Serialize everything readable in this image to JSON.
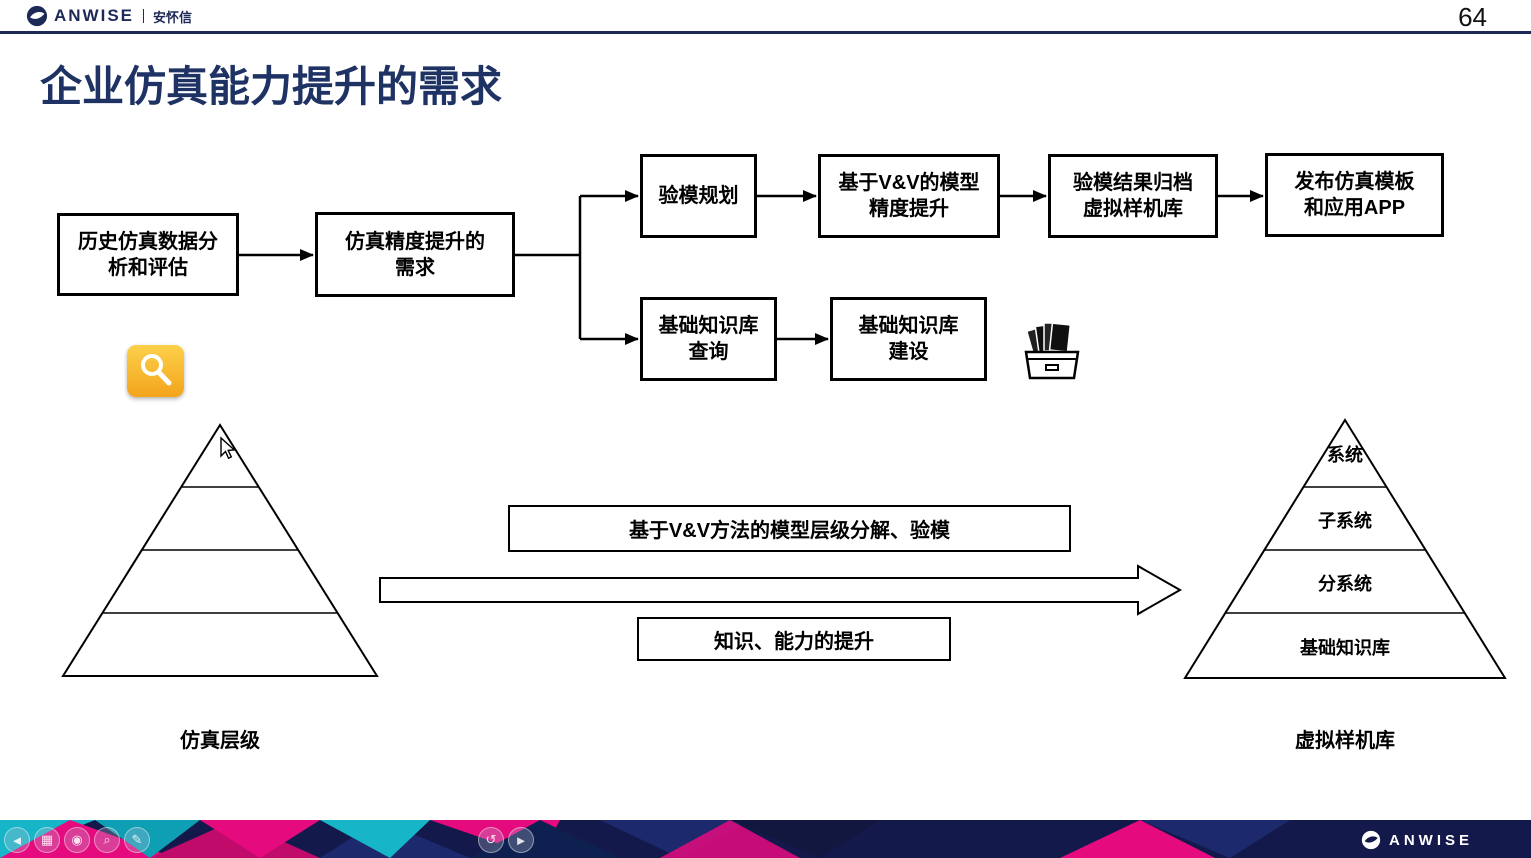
{
  "page": {
    "number": "64",
    "title": "企业仿真能力提升的需求"
  },
  "brand": {
    "name": "ANWISE",
    "cn": "安怀信",
    "footer_name": "ANWISE"
  },
  "flow": {
    "nodes": [
      {
        "label": "历史仿真数据分\n析和评估"
      },
      {
        "label": "仿真精度提升的\n需求"
      },
      {
        "label": "验模规划"
      },
      {
        "label": "基于V&V的模型\n精度提升"
      },
      {
        "label": "验模结果归档\n虚拟样机库"
      },
      {
        "label": "发布仿真模板\n和应用APP"
      },
      {
        "label": "基础知识库\n查询"
      },
      {
        "label": "基础知识库\n建设"
      }
    ]
  },
  "middle": {
    "decompose_label": "基于V&V方法的模型层级分解、验模",
    "improve_label": "知识、能力的提升"
  },
  "pyramids": {
    "left_caption": "仿真层级",
    "right_caption": "虚拟样机库",
    "right_levels": [
      "系统",
      "子系统",
      "分系统",
      "基础知识库"
    ]
  },
  "colors": {
    "navy": "#1d2957",
    "title_navy": "#1e3263",
    "magenta": "#e50a7e",
    "cyan": "#17b5c8",
    "footer_bg": "#14194b",
    "icon_yellow": "#f3a41c"
  },
  "overlay": {
    "controls": [
      {
        "name": "back",
        "glyph": "◄"
      },
      {
        "name": "shapes",
        "glyph": "▦"
      },
      {
        "name": "record",
        "glyph": "◉"
      },
      {
        "name": "zoom",
        "glyph": "⌕"
      },
      {
        "name": "pen",
        "glyph": "✎"
      },
      {
        "name": "undo",
        "glyph": "↺"
      },
      {
        "name": "forward",
        "glyph": "►"
      }
    ]
  }
}
